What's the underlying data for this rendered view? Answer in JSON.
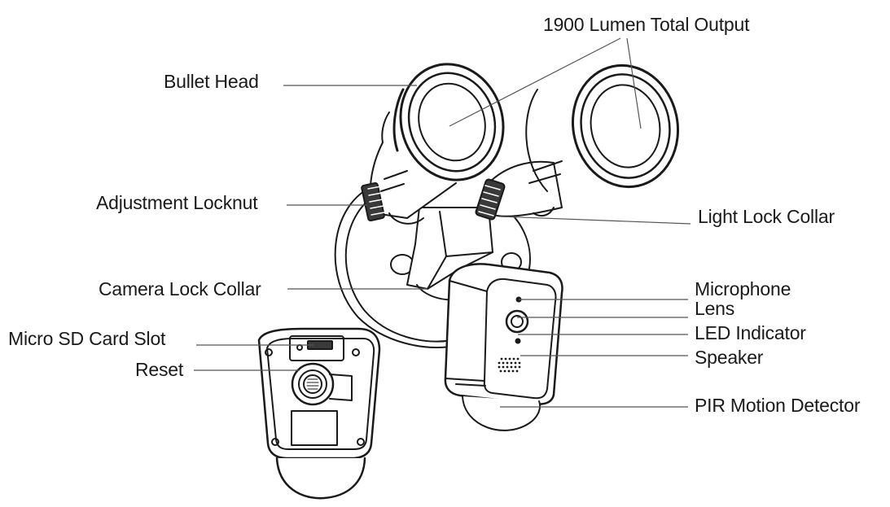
{
  "labels": {
    "lumen_output": "1900 Lumen Total Output",
    "bullet_head": "Bullet Head",
    "adjustment_locknut": "Adjustment Locknut",
    "light_lock_collar": "Light Lock Collar",
    "camera_lock_collar": "Camera Lock Collar",
    "microphone": "Microphone",
    "lens": "Lens",
    "micro_sd_card_slot": "Micro SD Card Slot",
    "led_indicator": "LED Indicator",
    "reset": "Reset",
    "speaker": "Speaker",
    "pir_motion_detector": "PIR Motion Detector"
  },
  "colors": {
    "line": "#1a1a1a",
    "leader": "#555555",
    "fill_dark": "#3a3a3a",
    "fill_light": "#ffffff"
  }
}
